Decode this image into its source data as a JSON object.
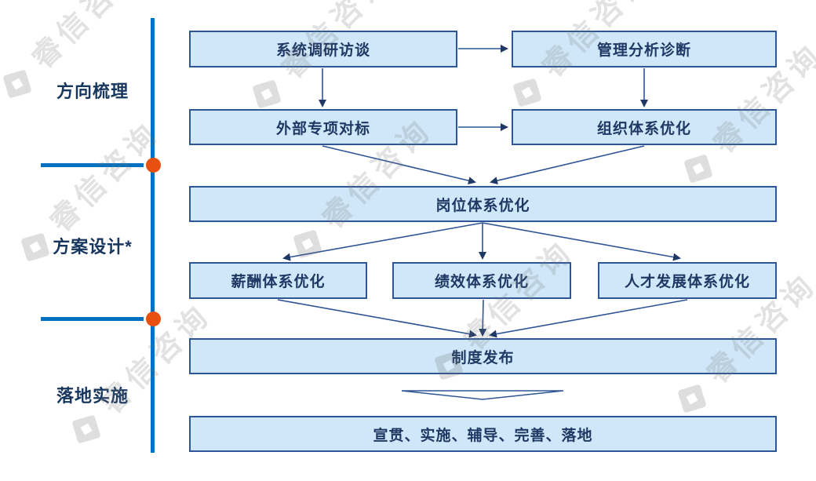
{
  "watermark": {
    "text": "睿信咨询"
  },
  "rail": {
    "phases": [
      {
        "label": "方向梳理"
      },
      {
        "label": "方案设计*"
      },
      {
        "label": "落地实施"
      }
    ]
  },
  "flow": {
    "survey": "系统调研访谈",
    "diagnosis": "管理分析诊断",
    "benchmark": "外部专项对标",
    "org_system": "组织体系优化",
    "position_system": "岗位体系优化",
    "salary_system": "薪酬体系优化",
    "performance_system": "绩效体系优化",
    "talent_system": "人才发展体系优化",
    "policy_release": "制度发布",
    "implementation": "宣贯、实施、辅导、完善、落地"
  },
  "colors": {
    "box_fill": "#CFE7F8",
    "box_border": "#2E5596",
    "box_text": "#1F3864",
    "connector": "#2F5597",
    "arrowhead": "#1F3864",
    "rail_blue": "#0070C0",
    "milestone_orange": "#E8500F",
    "watermark_gray": "#E2E2E2"
  }
}
